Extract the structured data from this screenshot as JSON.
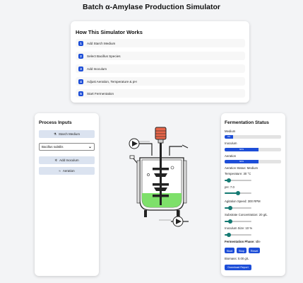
{
  "app": {
    "title": "Batch α-Amylase Production Simulator"
  },
  "how": {
    "heading": "How This Simulator Works",
    "steps": [
      {
        "num": "1",
        "text": "Add Starch Medium"
      },
      {
        "num": "2",
        "text": "Select Bacillus Species"
      },
      {
        "num": "3",
        "text": "Add Inoculum"
      },
      {
        "num": "4",
        "text": "Adjust Aeration, Temperature & pH"
      },
      {
        "num": "5",
        "text": "Start Fermentation"
      }
    ]
  },
  "process": {
    "heading": "Process Inputs",
    "starch_button": "Starch Medium",
    "species_selected": "Bacillus subtilis",
    "inoculum_button": "Add Inoculum",
    "aeration_button": "Aeration"
  },
  "status": {
    "heading": "Fermentation Status",
    "medium_label": "Medium",
    "medium_value": "0%",
    "medium_fraction": 0.15,
    "inoculum_label": "Inoculum",
    "inoculum_value": "60%",
    "inoculum_fraction": 0.6,
    "aeration_label": "Aeration",
    "aeration_value": "60%",
    "aeration_fraction": 0.6,
    "aeration_status": "Aeration Status: Medium",
    "temperature_label": "Temperature: 30 °C",
    "temperature_level": 0.1,
    "ph_label": "pH: 7.0",
    "ph_level": 0.5,
    "agitation_label": "Agitation Speed: 300 RPM",
    "agitation_level": 0.15,
    "substrate_label": "Substrate Concentration: 20 g/L",
    "substrate_level": 0.15,
    "inoculum_size_label": "Inoculum Size: 10 %",
    "inoculum_size_level": 0.1,
    "phase_label": "Fermentation Phase:",
    "phase_value": "Idle",
    "start_button": "Start",
    "stop_button": "Stop",
    "reset_button": "Reset",
    "biomass": "Biomass: 0.00 g/L",
    "download_button": "Download Report"
  },
  "colors": {
    "accent": "#1d4ed8",
    "slider": "#157a73",
    "culture": "#7ee06a",
    "motor": "#e8664a"
  }
}
